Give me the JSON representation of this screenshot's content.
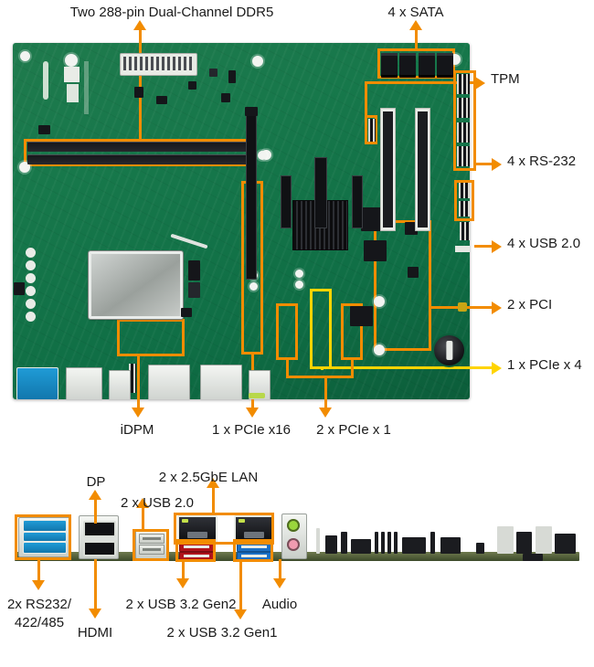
{
  "figure": {
    "title": "Motherboard connector callout diagram",
    "accent_orange": "#F28C00",
    "accent_yellow": "#FFD400",
    "board_green": "#17784b"
  },
  "top_board": {
    "labels": [
      {
        "id": "ddr5",
        "text": "Two 288-pin Dual-Channel DDR5",
        "color": "#F28C00"
      },
      {
        "id": "sata",
        "text": "4 x SATA",
        "color": "#F28C00"
      },
      {
        "id": "tpm",
        "text": "TPM",
        "color": "#F28C00"
      },
      {
        "id": "rs232",
        "text": "4 x RS-232",
        "color": "#F28C00"
      },
      {
        "id": "usb20",
        "text": "4 x USB 2.0",
        "color": "#F28C00"
      },
      {
        "id": "pci",
        "text": "2 x PCI",
        "color": "#F28C00"
      },
      {
        "id": "pciex4",
        "text": "1 x PCIe x 4",
        "color": "#FFD400"
      },
      {
        "id": "idpm",
        "text": "iDPM",
        "color": "#F28C00"
      },
      {
        "id": "pciex16",
        "text": "1 x PCIe x16",
        "color": "#F28C00"
      },
      {
        "id": "pciex1",
        "text": "2 x PCIe x 1",
        "color": "#F28C00"
      }
    ]
  },
  "rear_io": {
    "labels": [
      {
        "id": "dp",
        "text": "DP",
        "color": "#F28C00"
      },
      {
        "id": "lan",
        "text": "2 x 2.5GbE LAN",
        "color": "#F28C00"
      },
      {
        "id": "usb20r",
        "text": "2 x USB 2.0",
        "color": "#F28C00"
      },
      {
        "id": "rs232",
        "text": "2x RS232/",
        "color": "#F28C00"
      },
      {
        "id": "rs232b",
        "text": "422/485",
        "color": "#F28C00"
      },
      {
        "id": "usb32gen2",
        "text": "2 x USB 3.2 Gen2",
        "color": "#F28C00"
      },
      {
        "id": "audio",
        "text": "Audio",
        "color": "#F28C00"
      },
      {
        "id": "hdmi",
        "text": "HDMI",
        "color": "#F28C00"
      },
      {
        "id": "usb32gen1",
        "text": "2 x USB 3.2 Gen1",
        "color": "#F28C00"
      }
    ]
  }
}
